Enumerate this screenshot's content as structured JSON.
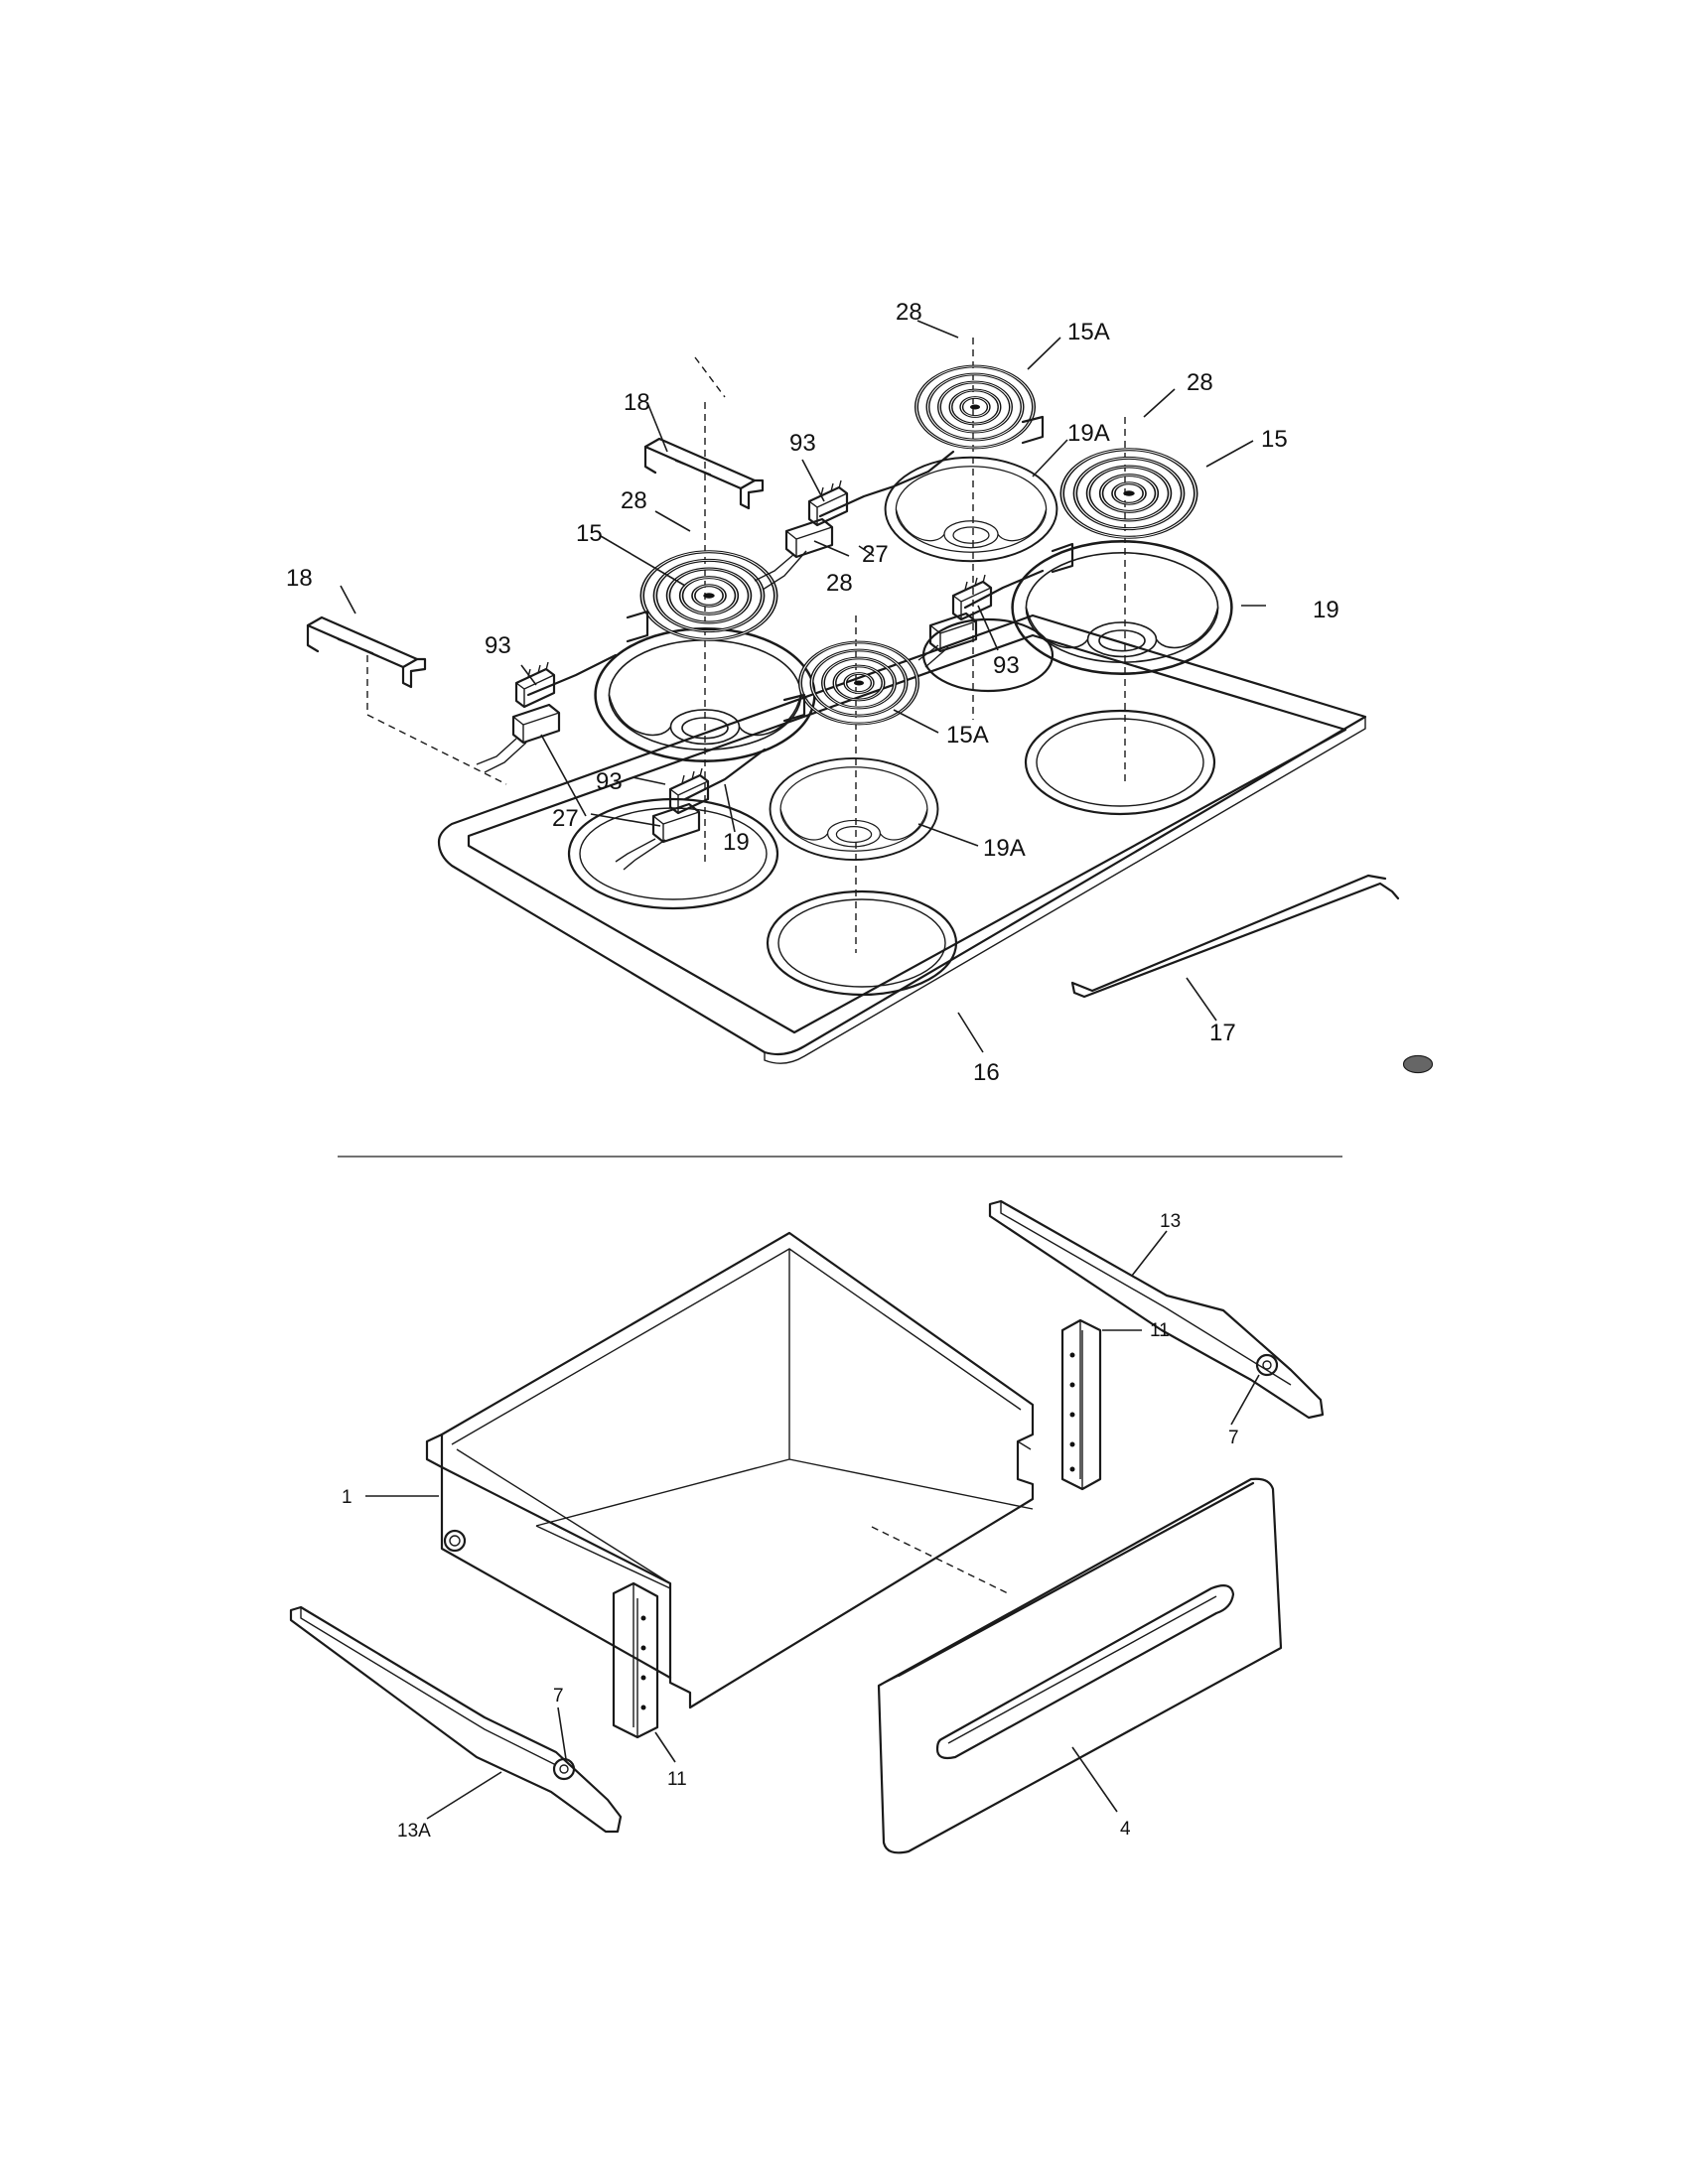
{
  "callouts": {
    "top": {
      "c28a": "28",
      "c15Aa": "15A",
      "c28b": "28",
      "c18a": "18",
      "c93a": "93",
      "c19Aa": "19A",
      "c15a": "15",
      "c28c": "28",
      "c15b": "15",
      "c27a": "27",
      "c28d": "28",
      "c18b": "18",
      "c19a": "19",
      "c93b": "93",
      "c93c": "93",
      "c15Ab": "15A",
      "c93d": "93",
      "c27b": "27",
      "c19b": "19",
      "c19Ab": "19A",
      "c17": "17",
      "c16": "16"
    },
    "bottom": {
      "c13": "13",
      "c11a": "11",
      "c7a": "7",
      "c1": "1",
      "c7b": "7",
      "c11b": "11",
      "c13A": "13A",
      "c4": "4"
    }
  }
}
